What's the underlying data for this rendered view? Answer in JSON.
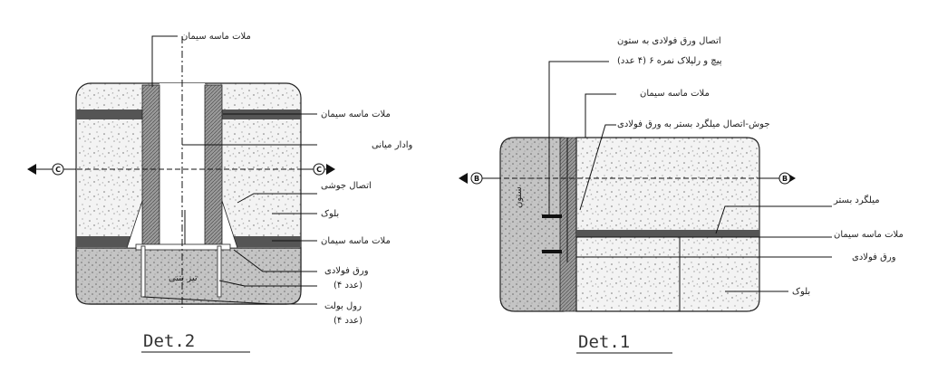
{
  "det2": {
    "title": "Det.2",
    "section_mark": "C",
    "labels": {
      "mortar_top": "ملات ماسه سیمان",
      "mortar_1": "ملات ماسه سیمان",
      "middle_tie": "وادار میانی",
      "weld_joint": "اتصال جوشی",
      "block": "بلوک",
      "mortar_2": "ملات ماسه سیمان",
      "steel_plate": "ورق فولادی",
      "plate_count": "(۴ عدد)",
      "bolt": "رول بولت",
      "bolt_count": "(۴ عدد)",
      "slab": "تیر بتنی"
    }
  },
  "det1": {
    "title": "Det.1",
    "section_mark": "B",
    "labels": {
      "connection_line1": "اتصال ورق فولادی به ستون",
      "connection_line2": "پیچ و رلپلاک نمره ۶ (۴ عدد)",
      "mortar_top": "ملات ماسه سیمان",
      "weld": "جوش-اتصال میلگرد بستر به ورق فولادی",
      "rebar": "میلگرد بستر",
      "mortar": "ملات ماسه سیمان",
      "steel_plate": "ورق فولادی",
      "block": "بلوک",
      "column": "ستون"
    }
  }
}
